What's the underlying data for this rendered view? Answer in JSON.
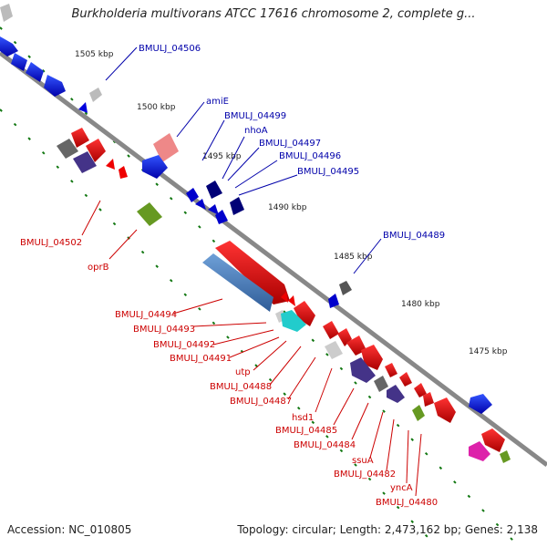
{
  "title": "Burkholderia multivorans ATCC 17616 chromosome 2, complete g...",
  "footer": {
    "accession": "Accession: NC_010805",
    "topology": "Topology: circular; Length: 2,473,162 bp; Genes: 2,138"
  },
  "colors": {
    "backbone": "#888888",
    "tick": "#117711",
    "label_top": "#0000aa",
    "label_bottom": "#cc0000"
  },
  "kbp_labels": [
    "1505 kbp",
    "1500 kbp",
    "1495 kbp",
    "1490 kbp",
    "1485 kbp",
    "1480 kbp",
    "1475 kbp"
  ],
  "top_labels": [
    "BMULJ_04506",
    "amiE",
    "BMULJ_04499",
    "nhoA",
    "BMULJ_04497",
    "BMULJ_04496",
    "BMULJ_04495",
    "BMULJ_04489"
  ],
  "bottom_labels": [
    "BMULJ_04502",
    "oprB",
    "BMULJ_04494",
    "BMULJ_04493",
    "BMULJ_04492",
    "BMULJ_04491",
    "utp",
    "BMULJ_04488",
    "BMULJ_04487",
    "hsd1",
    "BMULJ_04485",
    "BMULJ_04484",
    "ssuA",
    "BMULJ_04482",
    "yncA",
    "BMULJ_04480"
  ]
}
